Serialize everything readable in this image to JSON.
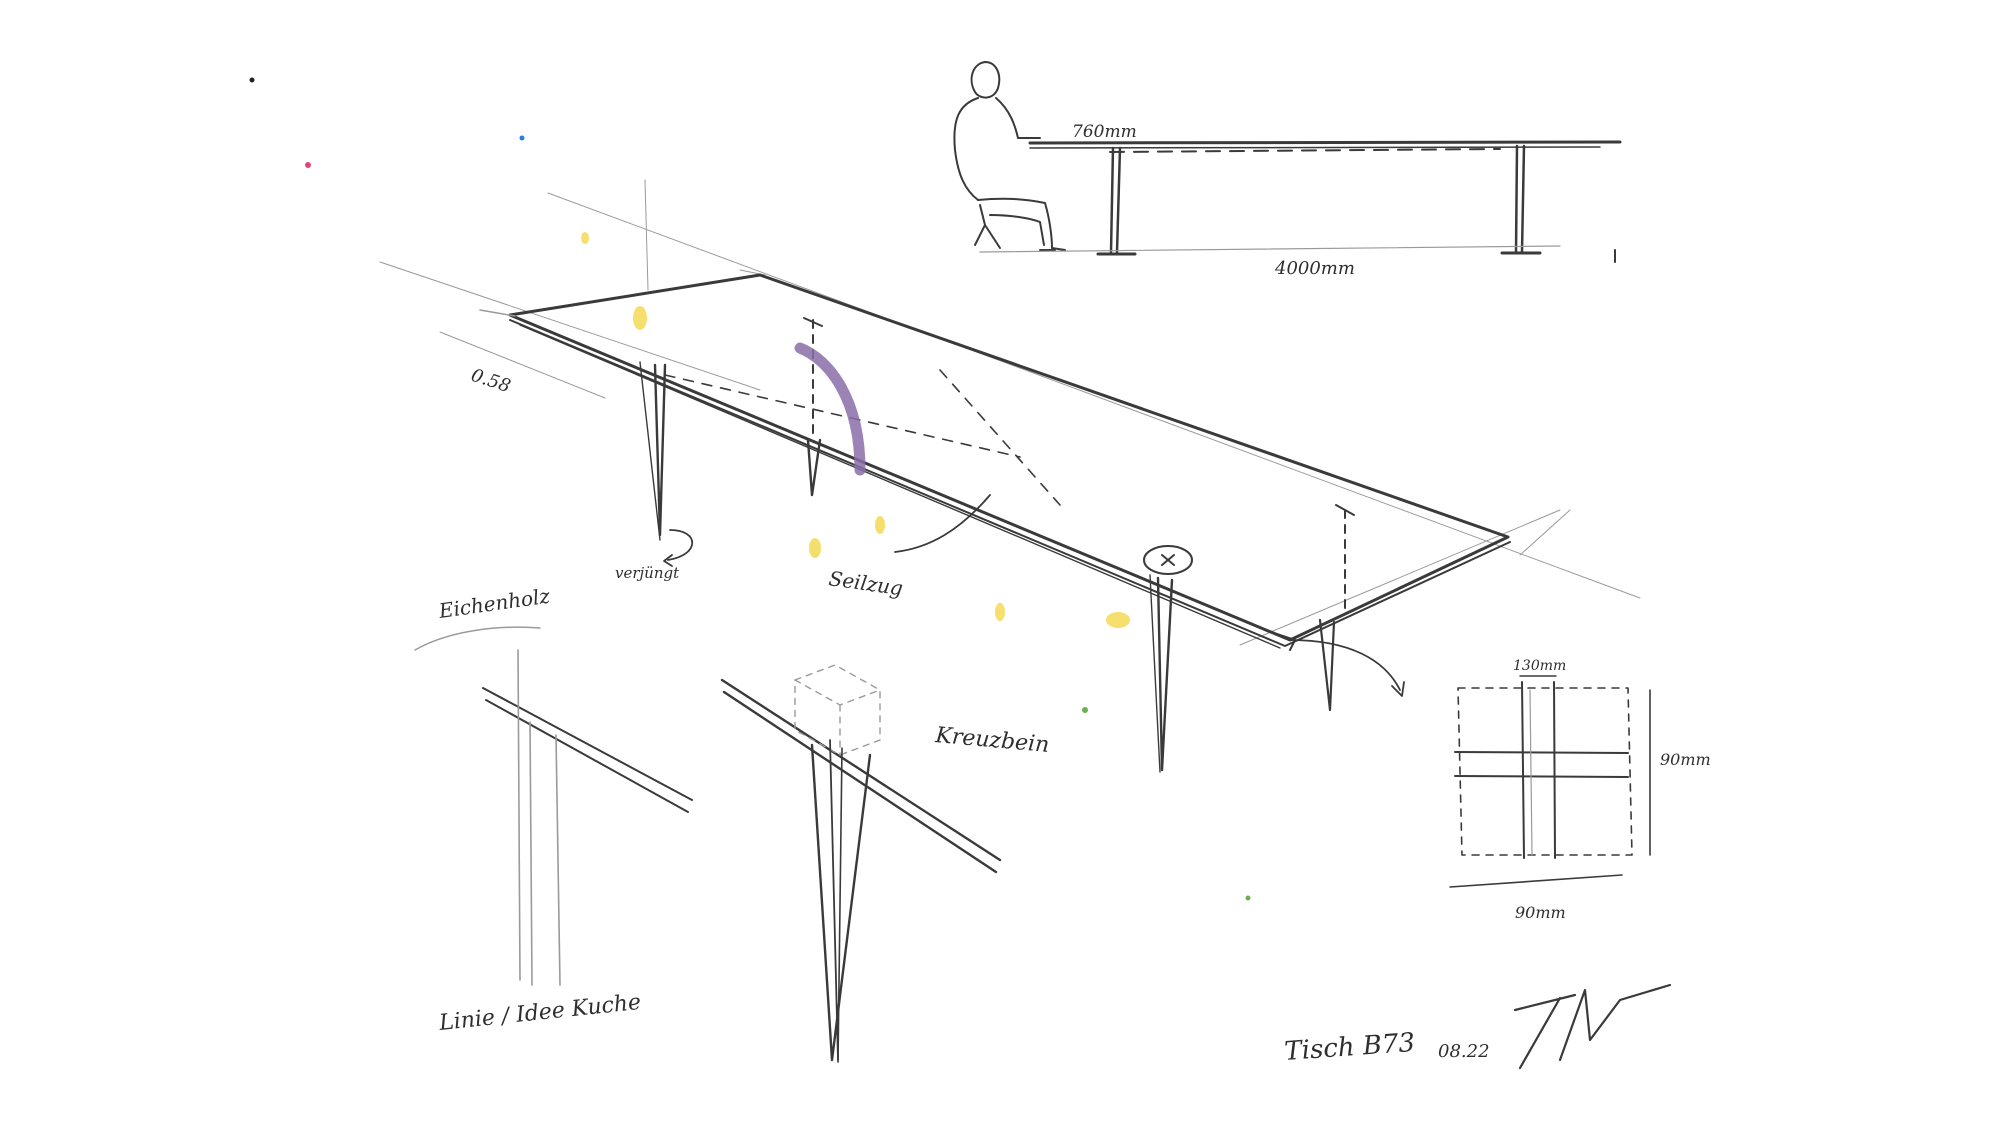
{
  "sketch": {
    "side_view": {
      "height_label": "760mm",
      "length_label": "4000mm"
    },
    "perspective": {
      "width_label": "0.58",
      "rotation_label": "verjüngt",
      "cable_label": "Seilzug"
    },
    "details": {
      "leg_detail_label": "Eichenholz",
      "leg_detail_caption": "Linie / Idee Kuche",
      "cross_leg_label": "Kreuzbein",
      "section_top_label": "130mm",
      "section_height_label": "90mm",
      "section_width_label": "90mm"
    },
    "footer": {
      "title": "Tisch B73",
      "date": "08.22"
    },
    "colors": {
      "pencil": "#3a3a3a",
      "purple_marker": "#8a6fa8",
      "yellow_marker": "#f2d22e"
    }
  }
}
